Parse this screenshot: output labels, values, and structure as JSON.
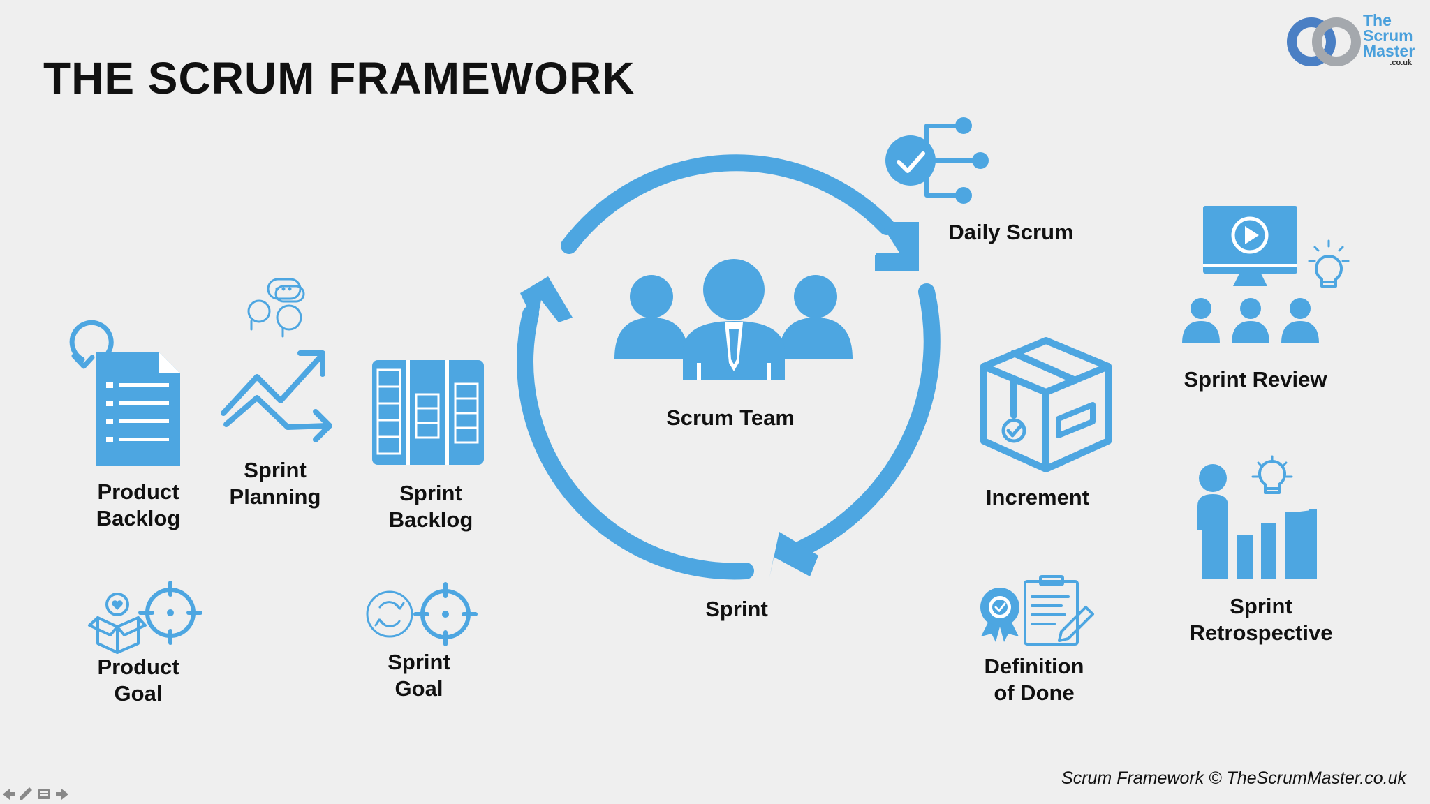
{
  "title": "THE SCRUM FRAMEWORK",
  "logo": {
    "line1": "The",
    "line2": "Scrum",
    "line3": "Master",
    "suffix": ".co.uk"
  },
  "colors": {
    "accent": "#4da6e1",
    "background": "#efefef",
    "text": "#111111"
  },
  "labels": {
    "product_backlog": "Product\nBacklog",
    "sprint_planning": "Sprint\nPlanning",
    "sprint_backlog": "Sprint\nBacklog",
    "product_goal": "Product\nGoal",
    "sprint_goal": "Sprint\nGoal",
    "scrum_team": "Scrum Team",
    "sprint": "Sprint",
    "daily_scrum": "Daily Scrum",
    "increment": "Increment",
    "definition_of_done": "Definition\nof Done",
    "sprint_review": "Sprint Review",
    "sprint_retrospective": "Sprint\nRetrospective"
  },
  "footer": "Scrum Framework © TheScrumMaster.co.uk",
  "icons": [
    "backlog-document-icon",
    "planning-chart-icon",
    "conversation-icon",
    "kanban-board-icon",
    "product-goal-icon",
    "sprint-goal-icon",
    "team-icon",
    "daily-scrum-icon",
    "increment-box-icon",
    "definition-of-done-icon",
    "sprint-review-icon",
    "retrospective-icon",
    "cycle-arrows-icon"
  ]
}
